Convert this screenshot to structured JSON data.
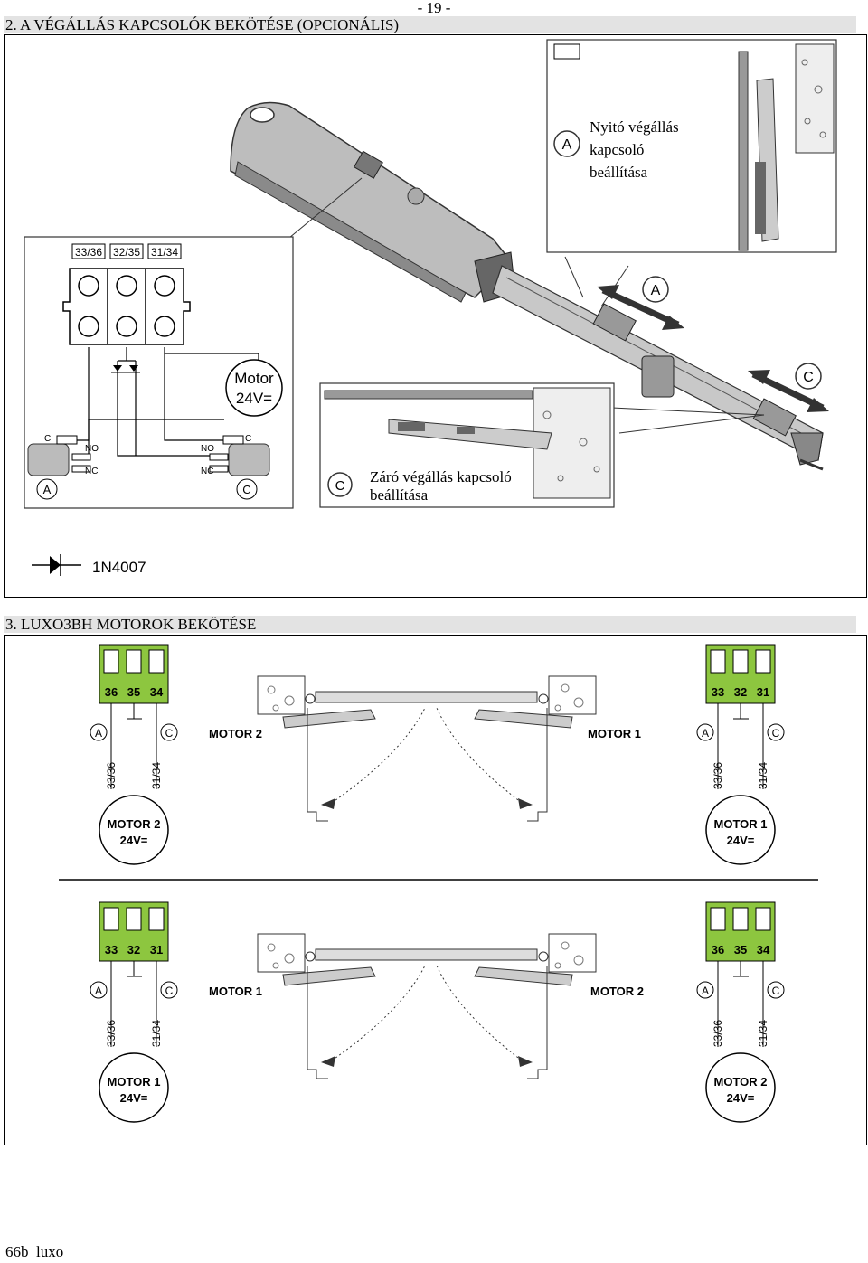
{
  "page_number": "- 19 -",
  "section2": {
    "title": "2. A VÉGÁLLÁS KAPCSOLÓK BEKÖTÉSE (OPCIONÁLIS)",
    "terminals": [
      "33/36",
      "32/35",
      "31/34"
    ],
    "motor_line1": "Motor",
    "motor_line2": "24V=",
    "switch_labels": {
      "c": "C",
      "no": "NO",
      "nc": "NC"
    },
    "marker_a": "A",
    "marker_c": "C",
    "open_caption": [
      "Nyitó végállás",
      "kapcsoló",
      "beállítása"
    ],
    "close_caption": [
      "Záró végállás kapcsoló",
      "beállítása"
    ],
    "diode_label": "1N4007"
  },
  "section3": {
    "title": "3. LUXO3BH MOTOROK BEKÖTÉSE",
    "diagrams": [
      {
        "left_terminals": [
          "36",
          "35",
          "34"
        ],
        "left_motor_label": "MOTOR 2",
        "left_circle": [
          "MOTOR 2",
          "24V="
        ],
        "right_terminals": [
          "33",
          "32",
          "31"
        ],
        "right_motor_label": "MOTOR 1",
        "right_circle": [
          "MOTOR 1",
          "24V="
        ]
      },
      {
        "left_terminals": [
          "33",
          "32",
          "31"
        ],
        "left_motor_label": "MOTOR 1",
        "left_circle": [
          "MOTOR 1",
          "24V="
        ],
        "right_terminals": [
          "36",
          "35",
          "34"
        ],
        "right_motor_label": "MOTOR 2",
        "right_circle": [
          "MOTOR 2",
          "24V="
        ]
      }
    ],
    "wire_labels": {
      "left": "33/36",
      "right": "31/34"
    }
  },
  "footer": "66b_luxo",
  "colors": {
    "terminal_green": "#8dc63f",
    "header_gray": "#e3e3e3",
    "actuator_gray": "#a8a8a8"
  }
}
